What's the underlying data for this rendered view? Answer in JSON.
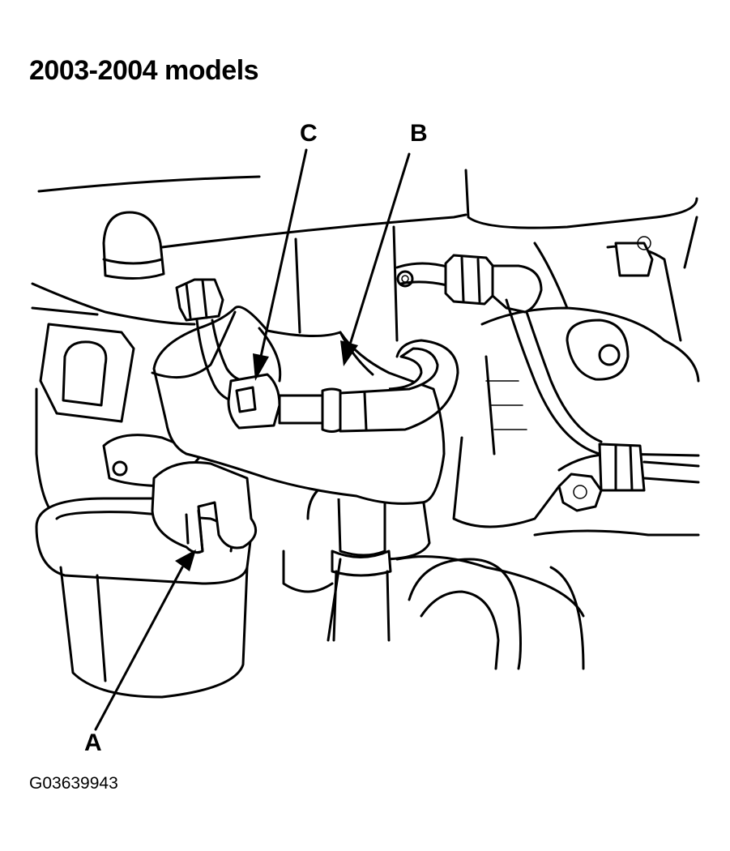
{
  "title": "2003-2004 models",
  "callouts": {
    "a": "A",
    "b": "B",
    "c": "C"
  },
  "figure_id": "G03639943"
}
